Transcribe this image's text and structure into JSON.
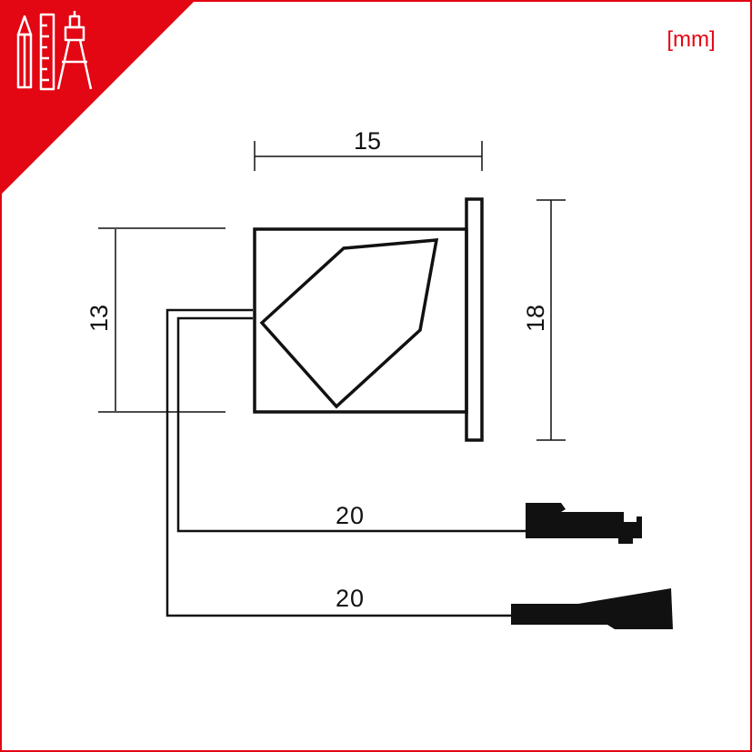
{
  "badge": {
    "icon": "drafting-tools-icon",
    "background_color": "#e30613",
    "icon_color": "#ffffff"
  },
  "unit_label": "[mm]",
  "unit_color": "#e30613",
  "dimensions": {
    "width": "15",
    "height": "13",
    "flange_height": "18",
    "cable_top_length": "20",
    "cable_bottom_length": "20"
  },
  "line_color": "#111111"
}
